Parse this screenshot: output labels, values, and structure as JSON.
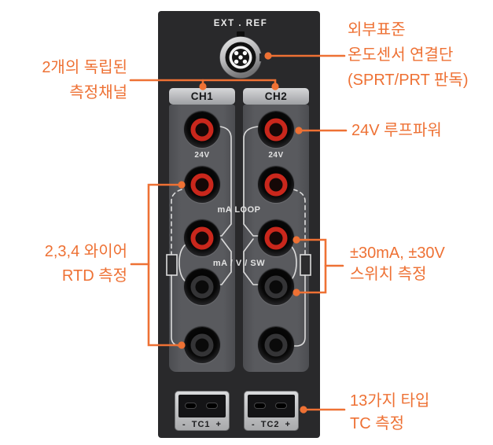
{
  "panel": {
    "ext_ref_label": "EXT . REF",
    "ma_loop_label": "mA LOOP",
    "ma_v_sw_label": "mA / V / SW",
    "channels": [
      {
        "tab": "CH1",
        "loop_label": "24V",
        "tc_label": "- TC1 +"
      },
      {
        "tab": "CH2",
        "loop_label": "24V",
        "tc_label": "- TC2 +"
      }
    ]
  },
  "annotations": {
    "channels": "2개의 독립된\n측정채널",
    "ext_ref": "외부표준\n온도센서 연결단\n(SPRT/PRT 판독)",
    "loop_power": "24V 루프파워",
    "rtd": "2,3,4 와이어\nRTD 측정",
    "switch": "±30mA,  ±30V\n스위치 측정",
    "tc": "13가지 타입\nTC 측정"
  },
  "colors": {
    "accent": "#EE7134",
    "panel": "#29292B",
    "column": "#595A5E",
    "wire": "#DCDCDC",
    "jack_red": "#C9271C"
  }
}
